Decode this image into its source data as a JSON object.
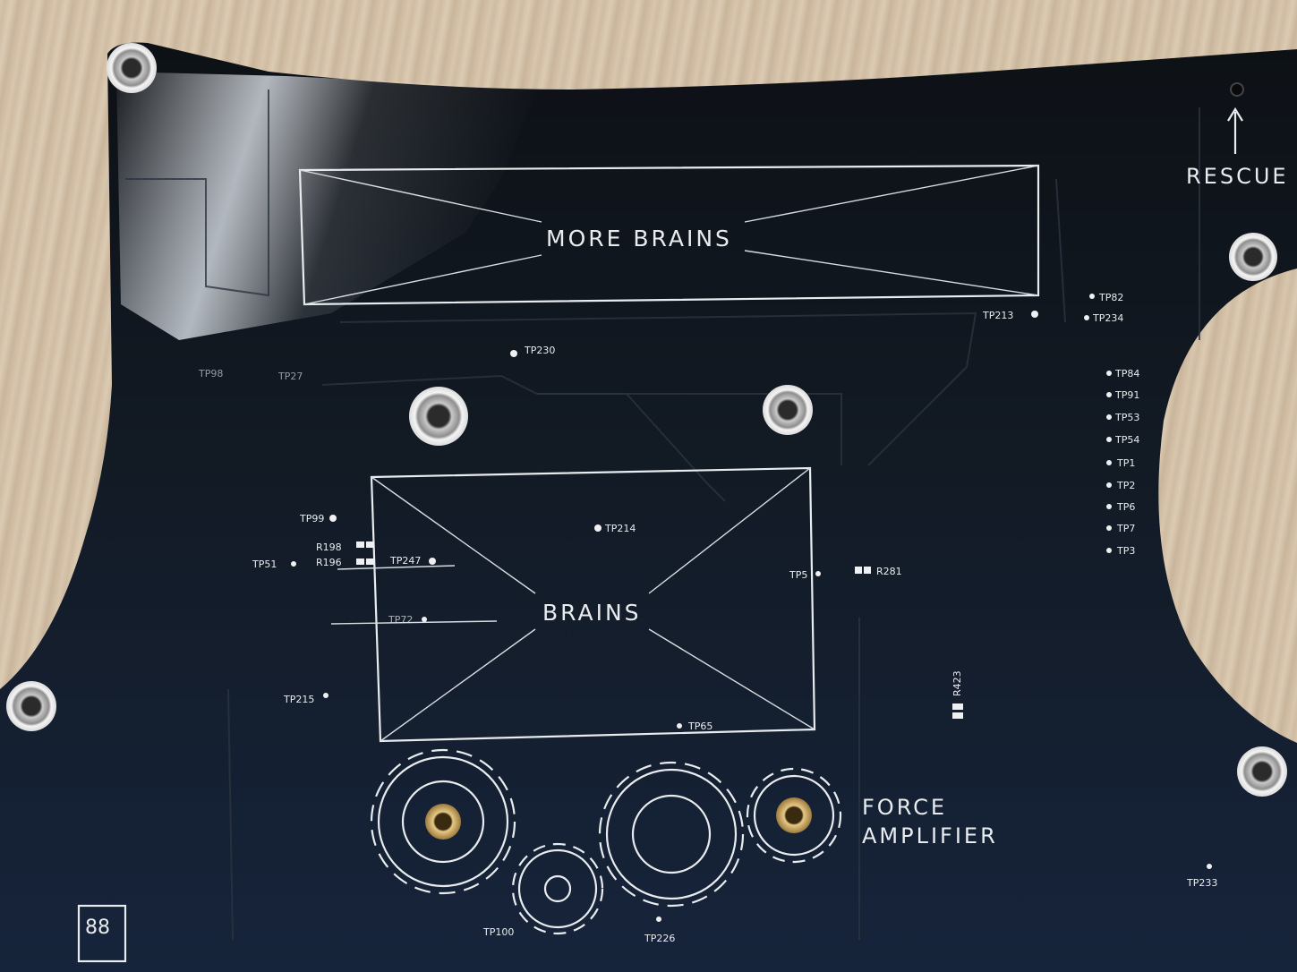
{
  "silkscreen": {
    "more_brains": "MORE BRAINS",
    "brains": "BRAINS",
    "rescue": "RESCUE",
    "force": "FORCE",
    "amplifier": "AMPLIFIER",
    "board_number": "88"
  },
  "test_points": {
    "tp82": "TP82",
    "tp234": "TP234",
    "tp213": "TP213",
    "tp230": "TP230",
    "tp98": "TP98",
    "tp27": "TP27",
    "tp84": "TP84",
    "tp91": "TP91",
    "tp53": "TP53",
    "tp54": "TP54",
    "tp1": "TP1",
    "tp2": "TP2",
    "tp6": "TP6",
    "tp7": "TP7",
    "tp3": "TP3",
    "tp99": "TP99",
    "tp214": "TP214",
    "tp51": "TP51",
    "tp247": "TP247",
    "tp5": "TP5",
    "tp72": "TP72",
    "tp215": "TP215",
    "tp65": "TP65",
    "tp233": "TP233",
    "tp100": "TP100",
    "tp226": "TP226"
  },
  "components": {
    "r198": "R198",
    "r196": "R196",
    "r281": "R281",
    "r423": "R423"
  },
  "colors": {
    "board": "#111820",
    "board_lower": "#15233a",
    "silkscreen": "#e9ecee",
    "wood": "#d6c4ab",
    "brass": "#c9a45c"
  }
}
